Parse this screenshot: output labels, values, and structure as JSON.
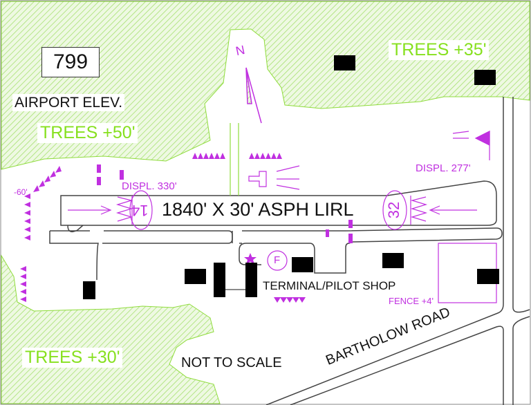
{
  "elevation": {
    "value": "799",
    "label": "AIRPORT ELEV."
  },
  "trees": {
    "north_west": "TREES +50'",
    "north_east": "TREES +35'",
    "south_west": "TREES +30'"
  },
  "north_label": "N",
  "runway": {
    "description": "1840' X 30' ASPH LIRL",
    "end_a": "14",
    "end_b": "32",
    "displ_a": "DISPL. 330'",
    "displ_b": "DISPL. 277'"
  },
  "obstruction": "-60'",
  "fuel": "F",
  "terminal": "TERMINAL/PILOT SHOP",
  "fence": "FENCE +4'",
  "road": "BARTHOLOW ROAD",
  "scale_note": "NOT TO SCALE",
  "colors": {
    "trees": "#86e01e",
    "markings": "#c030e0",
    "buildings": "#000000"
  }
}
